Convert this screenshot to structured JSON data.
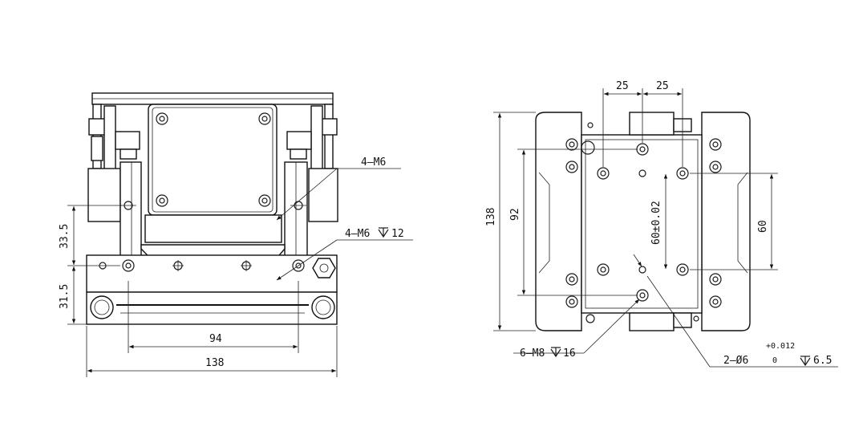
{
  "front_view": {
    "callout_top": "4—M6",
    "callout_mid": "4—M6",
    "callout_mid_depth": "12",
    "dim_width_inner": "94",
    "dim_width_outer": "138",
    "dim_height_upper": "33.5",
    "dim_height_lower": "31.5"
  },
  "top_view": {
    "dim_spacing_left": "25",
    "dim_spacing_right": "25",
    "dim_height_outer": "138",
    "dim_height_holes": "92",
    "dim_center": "60±0.02",
    "dim_right": "60",
    "callout_bottom": "6—M8",
    "callout_bottom_depth": "16",
    "callout_pin": "2—Ø6",
    "pin_tol_upper": "+0.012",
    "pin_tol_lower": "0",
    "pin_depth": "6.5"
  }
}
